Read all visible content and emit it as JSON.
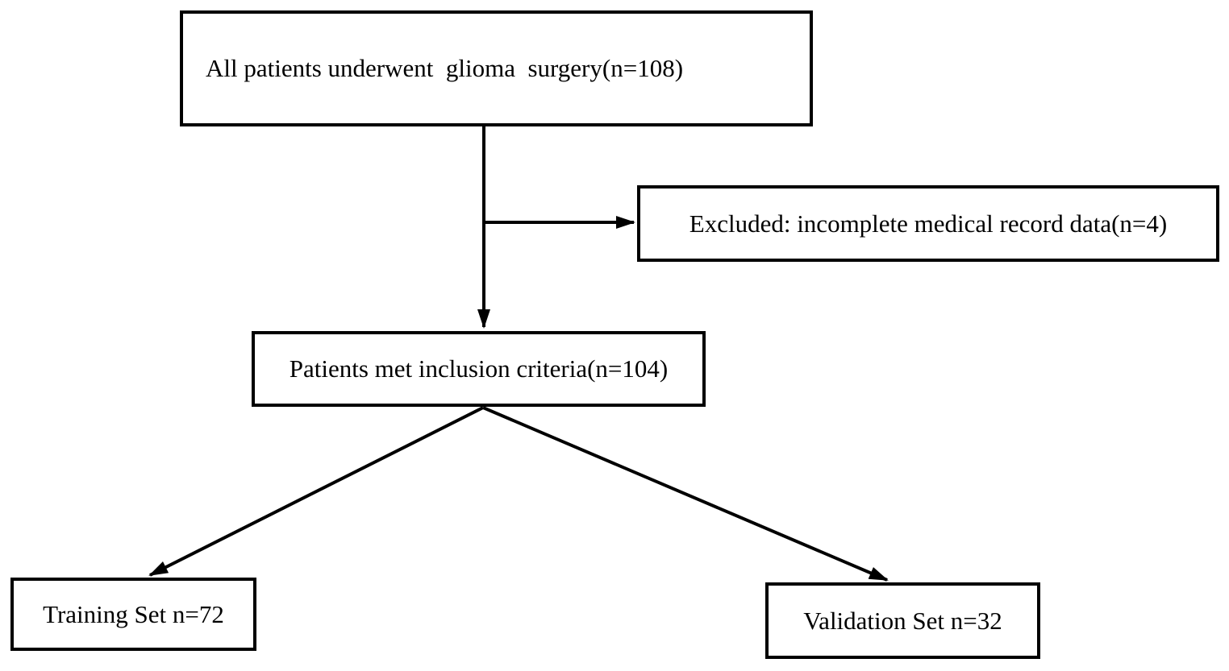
{
  "diagram": {
    "type": "flowchart",
    "background_color": "#ffffff",
    "line_color": "#000000",
    "box_border_color": "#000000",
    "text_color": "#000000",
    "nodes": {
      "all_patients": {
        "label": "All patients underwent  glioma  surgery(n=108)",
        "n": 108
      },
      "excluded": {
        "label": "Excluded: incomplete medical record data(n=4)",
        "n": 4
      },
      "inclusion": {
        "label": "Patients met inclusion criteria(n=104)",
        "n": 104
      },
      "training": {
        "label": "Training Set n=72",
        "n": 72
      },
      "validation": {
        "label": "Validation Set n=32",
        "n": 32
      }
    },
    "edges": [
      {
        "from": "all_patients",
        "to": "excluded",
        "style": "arrow"
      },
      {
        "from": "all_patients",
        "to": "inclusion",
        "style": "arrow"
      },
      {
        "from": "inclusion",
        "to": "training",
        "style": "arrow"
      },
      {
        "from": "inclusion",
        "to": "validation",
        "style": "arrow"
      }
    ]
  }
}
